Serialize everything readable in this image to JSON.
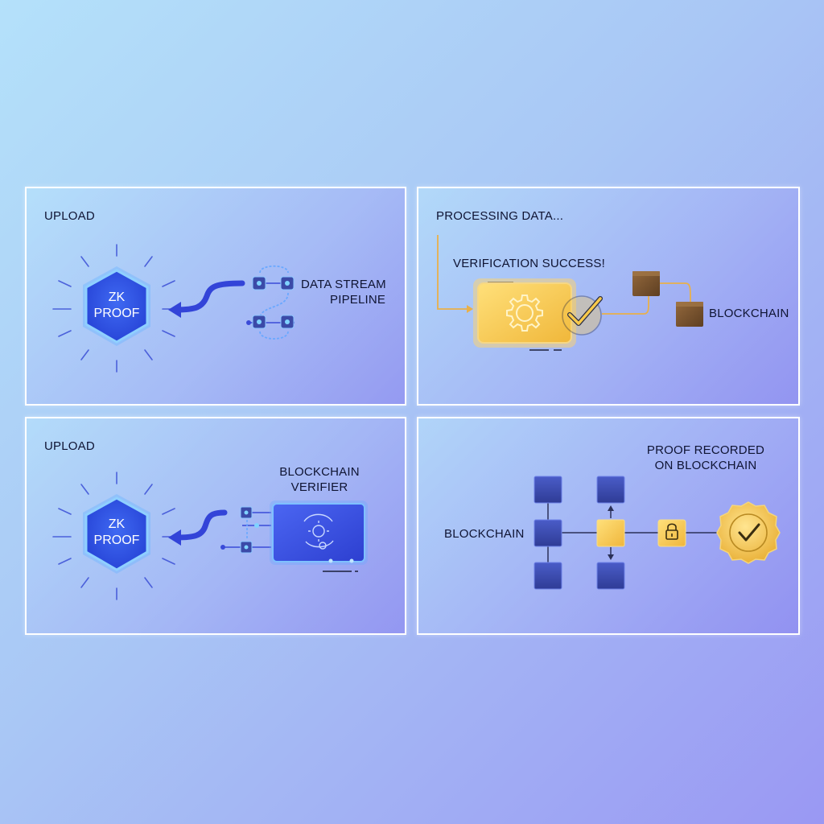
{
  "panels": [
    {
      "title": "UPLOAD",
      "badge_lines": [
        "ZK",
        "PROOF"
      ],
      "target_lines": [
        "DATA STREAM",
        "PIPELINE"
      ]
    },
    {
      "title": "PROCESSING DATA...",
      "status": "VERIFICATION SUCCESS!",
      "target": "BLOCKCHAIN"
    },
    {
      "title": "UPLOAD",
      "badge_lines": [
        "ZK",
        "PROOF"
      ],
      "target_lines": [
        "BLOCKCHAIN",
        "VERIFIER"
      ]
    },
    {
      "title_lines": [
        "PROOF RECORDED",
        "ON BLOCKCHAIN"
      ],
      "chain_label": "BLOCKCHAIN"
    }
  ],
  "colors": {
    "hex_blue": "#2f55e6",
    "accent_blue": "#3a4bd8",
    "block_navy": "#3b4aa8",
    "gold": "#f5c544",
    "brown_block": "#7a5630"
  },
  "icons": [
    "zk-proof-hexagon-icon",
    "data-pipeline-icon",
    "gear-icon",
    "checkmark-icon",
    "blockchain-block-icon",
    "lock-icon",
    "seal-badge-icon",
    "verifier-monitor-icon"
  ]
}
